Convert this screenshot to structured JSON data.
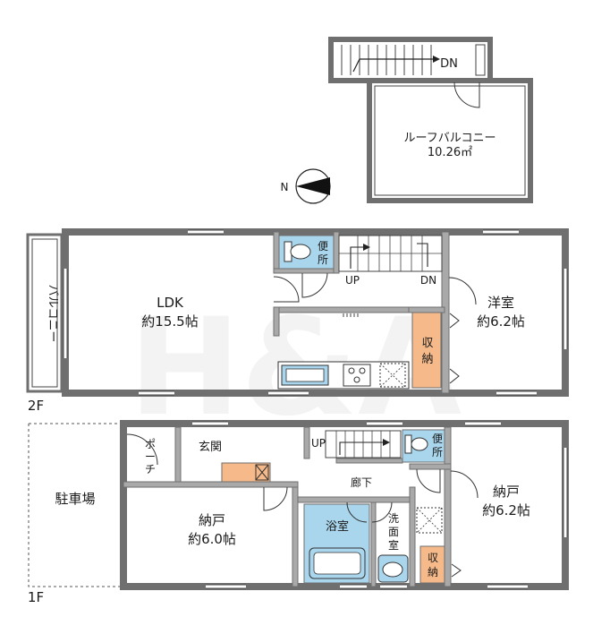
{
  "watermark": "H&A",
  "floors": {
    "second": "2F",
    "first": "1F"
  },
  "roof": {
    "stair_dn": "DN",
    "balcony_name": "ルーフバルコニー",
    "balcony_area": "10.26㎡",
    "compass_letter": "N"
  },
  "second_floor": {
    "balcony": "バルコニー",
    "ldk_name": "LDK",
    "ldk_area": "約15.5帖",
    "toilet": [
      "便",
      "所"
    ],
    "stair_up": "UP",
    "stair_dn": "DN",
    "bedroom_name": "洋室",
    "bedroom_area": "約6.2帖",
    "storage": [
      "収",
      "納"
    ]
  },
  "first_floor": {
    "parking": "駐車場",
    "porch": [
      "ポ",
      "ー",
      "チ"
    ],
    "entrance": "玄関",
    "stair_up": "UP",
    "toilet": [
      "便",
      "所"
    ],
    "hallway": "廊下",
    "closet_left_name": "納戸",
    "closet_left_area": "約6.0帖",
    "bath": "浴室",
    "washroom": [
      "洗",
      "面",
      "室"
    ],
    "storage": [
      "収",
      "納"
    ],
    "closet_right_name": "納戸",
    "closet_right_area": "約6.2帖"
  },
  "colors": {
    "wall": "#6f6f6f",
    "wall_fill": "#a9a9a9",
    "fixture_blue": "#a9d6ec",
    "storage_orange": "#f5b98a",
    "line": "#333333"
  }
}
